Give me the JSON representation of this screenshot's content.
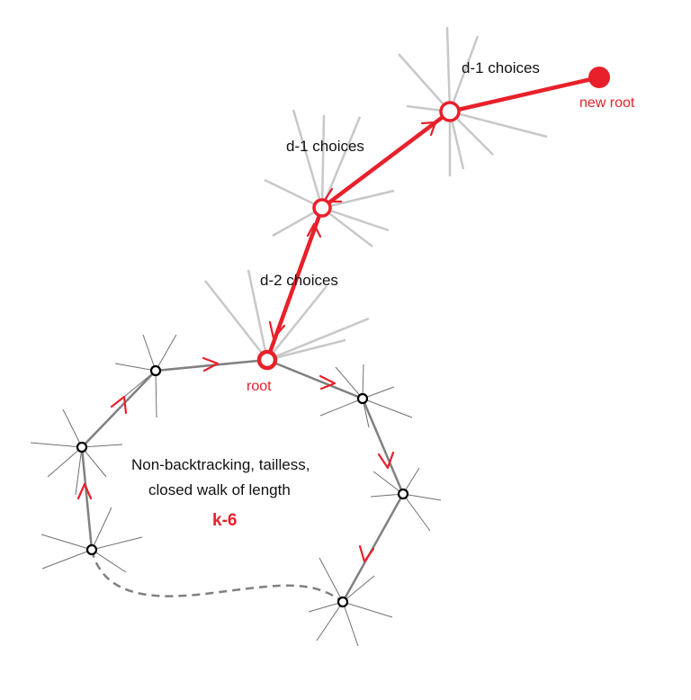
{
  "labels": {
    "new_root": "new root",
    "choices_top": "d-1 choices",
    "choices_mid": "d-1 choices",
    "choices_low": "d-2 choices",
    "root": "root",
    "caption_line1": "Non-backtracking, tailless,",
    "caption_line2": "closed walk of length",
    "caption_length": "k-6"
  },
  "colors": {
    "red": "#e8202a",
    "walk_edge": "#808080",
    "spoke_dark": "#707070",
    "spoke_light": "#c8c8c8"
  }
}
